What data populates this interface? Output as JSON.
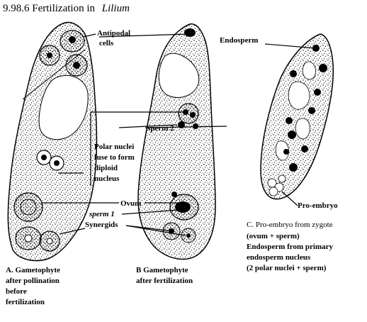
{
  "title": {
    "prefix": "9.98.6 Fertilization in",
    "italic": "Lilium"
  },
  "labels": {
    "antipodal": [
      "Antipodal",
      "cells"
    ],
    "endosperm": "Endosperm",
    "sperm2": "sperm 2",
    "polar": [
      "Polar nuclei",
      "fuse to form",
      "diploid",
      "nucleus"
    ],
    "ovum": "Ovum",
    "sperm1": "sperm 1",
    "synergids": "Synergids",
    "proembryo": "Pro-embryo"
  },
  "captions": {
    "a": [
      "A. Gametophyte",
      "after pollination",
      "before",
      "fertilization"
    ],
    "b": [
      "B Gametophyte",
      "after fertilization"
    ],
    "c_title": "C. Pro-embryo from zygote",
    "c_lines": [
      "(ovum + sperm)",
      "Endosperm from primary",
      "endosperm nucleus",
      "(2  polar nuclei + sperm)"
    ]
  },
  "colors": {
    "ink": "#000000",
    "background": "#ffffff"
  }
}
